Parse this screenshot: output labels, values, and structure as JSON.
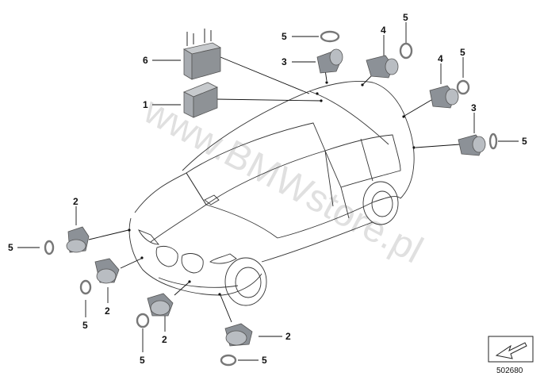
{
  "labels": {
    "l1": "1",
    "l6": "6",
    "l5a": "5",
    "l3a": "3",
    "l4a": "4",
    "l5b": "5",
    "l4b": "4",
    "l5c": "5",
    "l3b": "3",
    "l5d": "5",
    "l2a": "2",
    "l5e": "5",
    "l2b": "2",
    "l5f": "5",
    "l2c": "2",
    "l5g": "5",
    "l2d": "2",
    "l5h": "5"
  },
  "watermark": "www.BMWstore.pl",
  "part_number": "502680",
  "icons": {
    "corner": "diagram-direction-arrow-icon"
  }
}
